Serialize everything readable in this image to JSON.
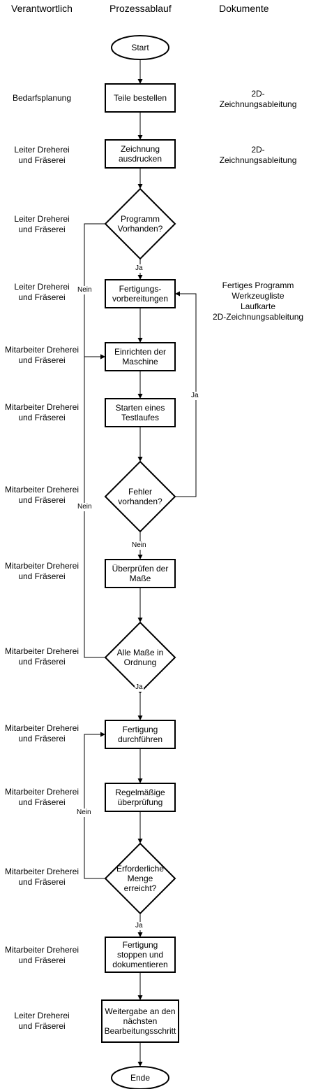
{
  "headers": {
    "responsible": "Verantwortlich",
    "process": "Prozessablauf",
    "documents": "Dokumente"
  },
  "nodes": [
    {
      "id": "start",
      "shape": "ellipse",
      "lines": [
        "Start"
      ]
    },
    {
      "id": "n1",
      "shape": "rect",
      "lines": [
        "Teile bestellen"
      ]
    },
    {
      "id": "n2",
      "shape": "rect",
      "lines": [
        "Zeichnung",
        "ausdrucken"
      ]
    },
    {
      "id": "d1",
      "shape": "diamond",
      "lines": [
        "Programm",
        "Vorhanden?"
      ]
    },
    {
      "id": "n3",
      "shape": "rect",
      "lines": [
        "Fertigungs-",
        "vorbereitungen"
      ]
    },
    {
      "id": "n4",
      "shape": "rect",
      "lines": [
        "Einrichten der",
        "Maschine"
      ]
    },
    {
      "id": "n5",
      "shape": "rect",
      "lines": [
        "Starten eines",
        "Testlaufes"
      ]
    },
    {
      "id": "d2",
      "shape": "diamond",
      "lines": [
        "Fehler",
        "vorhanden?"
      ]
    },
    {
      "id": "n6",
      "shape": "rect",
      "lines": [
        "Überprüfen der",
        "Maße"
      ]
    },
    {
      "id": "d3",
      "shape": "diamond",
      "lines": [
        "Alle Maße in",
        "Ordnung"
      ]
    },
    {
      "id": "n7",
      "shape": "rect",
      "lines": [
        "Fertigung",
        "durchführen"
      ]
    },
    {
      "id": "n8",
      "shape": "rect",
      "lines": [
        "Regelmäßige",
        "überprüfung"
      ]
    },
    {
      "id": "d4",
      "shape": "diamond",
      "lines": [
        "Erforderliche",
        "Menge",
        "erreicht?"
      ]
    },
    {
      "id": "n9",
      "shape": "rect",
      "lines": [
        "Fertigung",
        "stoppen und",
        "dokumentieren"
      ]
    },
    {
      "id": "n10",
      "shape": "rect",
      "lines": [
        "Weitergabe an den",
        "nächsten",
        "Bearbeitungsschritt"
      ]
    },
    {
      "id": "end",
      "shape": "ellipse",
      "lines": [
        "Ende"
      ]
    }
  ],
  "edges": [
    {
      "from": "start",
      "to": "n1",
      "label": ""
    },
    {
      "from": "n1",
      "to": "n2",
      "label": ""
    },
    {
      "from": "n2",
      "to": "d1",
      "label": ""
    },
    {
      "from": "d1",
      "to": "n3",
      "label": "Ja"
    },
    {
      "from": "d1",
      "to": "n4",
      "label": "Nein"
    },
    {
      "from": "n3",
      "to": "n4",
      "label": ""
    },
    {
      "from": "n4",
      "to": "n5",
      "label": ""
    },
    {
      "from": "n5",
      "to": "d2",
      "label": ""
    },
    {
      "from": "d2",
      "to": "n3",
      "label": "Ja"
    },
    {
      "from": "d2",
      "to": "n6",
      "label": "Nein"
    },
    {
      "from": "n6",
      "to": "d3",
      "label": ""
    },
    {
      "from": "d3",
      "to": "n4",
      "label": "Nein"
    },
    {
      "from": "d3",
      "to": "n7",
      "label": "Ja"
    },
    {
      "from": "n7",
      "to": "n8",
      "label": ""
    },
    {
      "from": "n8",
      "to": "d4",
      "label": ""
    },
    {
      "from": "d4",
      "to": "n7",
      "label": "Nein"
    },
    {
      "from": "d4",
      "to": "n9",
      "label": "Ja"
    },
    {
      "from": "n9",
      "to": "n10",
      "label": ""
    },
    {
      "from": "n10",
      "to": "end",
      "label": ""
    }
  ],
  "responsible": [
    [
      "Bedarfsplanung"
    ],
    [
      "Leiter Dreherei",
      "und Fräserei"
    ],
    [
      "Leiter Dreherei",
      "und Fräserei"
    ],
    [
      "Leiter Dreherei",
      "und Fräserei"
    ],
    [
      "Mitarbeiter Dreherei",
      "und Fräserei"
    ],
    [
      "Mitarbeiter Dreherei",
      "und Fräserei"
    ],
    [
      "Mitarbeiter Dreherei",
      "und Fräserei"
    ],
    [
      "Mitarbeiter Dreherei",
      "und Fräserei"
    ],
    [
      "Mitarbeiter Dreherei",
      "und Fräserei"
    ],
    [
      "Mitarbeiter Dreherei",
      "und Fräserei"
    ],
    [
      "Mitarbeiter Dreherei",
      "und Fräserei"
    ],
    [
      "Mitarbeiter Dreherei",
      "und Fräserei"
    ],
    [
      "Mitarbeiter Dreherei",
      "und Fräserei"
    ],
    [
      "Leiter Dreherei",
      "und Fräserei"
    ]
  ],
  "documents": [
    [
      "2D-",
      "Zeichnungsableitung"
    ],
    [
      "2D-",
      "Zeichnungsableitung"
    ],
    [
      "Fertiges Programm",
      "Werkzeugliste",
      "Laufkarte",
      "2D-Zeichnungsableitung"
    ]
  ]
}
